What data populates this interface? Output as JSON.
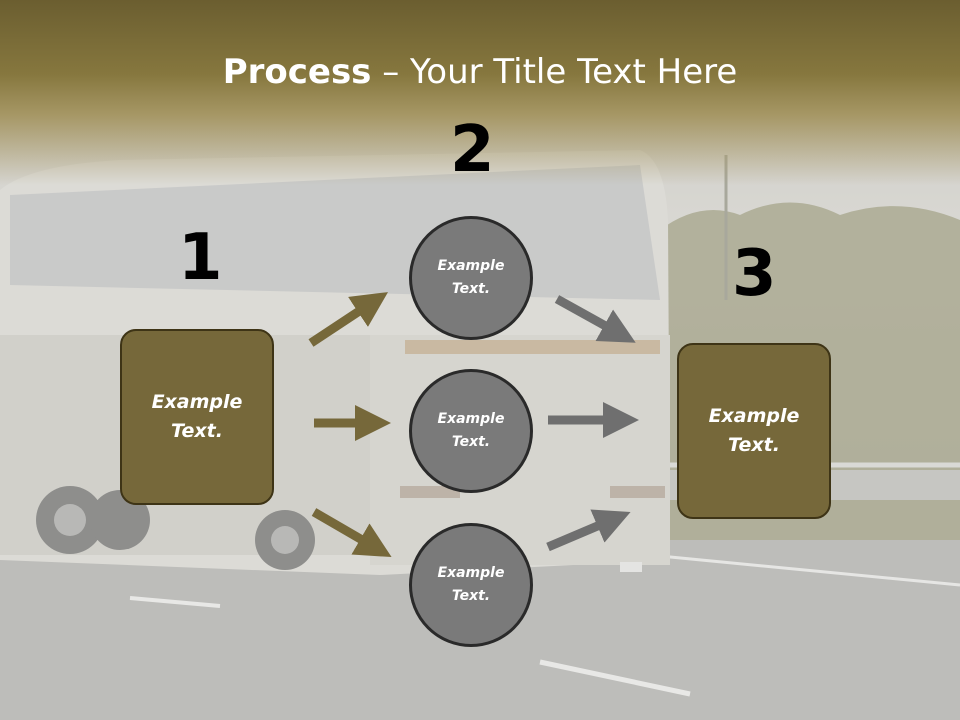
{
  "title": {
    "bold": "Process",
    "rest": " – Your Title Text Here"
  },
  "numbers": [
    "1",
    "2",
    "3"
  ],
  "left_box": {
    "line1": "Example",
    "line2": "Text."
  },
  "right_box": {
    "line1": "Example",
    "line2": "Text."
  },
  "circles": [
    {
      "line1": "Example",
      "line2": "Text."
    },
    {
      "line1": "Example",
      "line2": "Text."
    },
    {
      "line1": "Example",
      "line2": "Text."
    }
  ],
  "colors": {
    "header": "#76683a",
    "box": "#76683a",
    "circle": "#7a7a7a",
    "arrow_olive": "#76683a",
    "arrow_gray": "#6f6f6f"
  }
}
